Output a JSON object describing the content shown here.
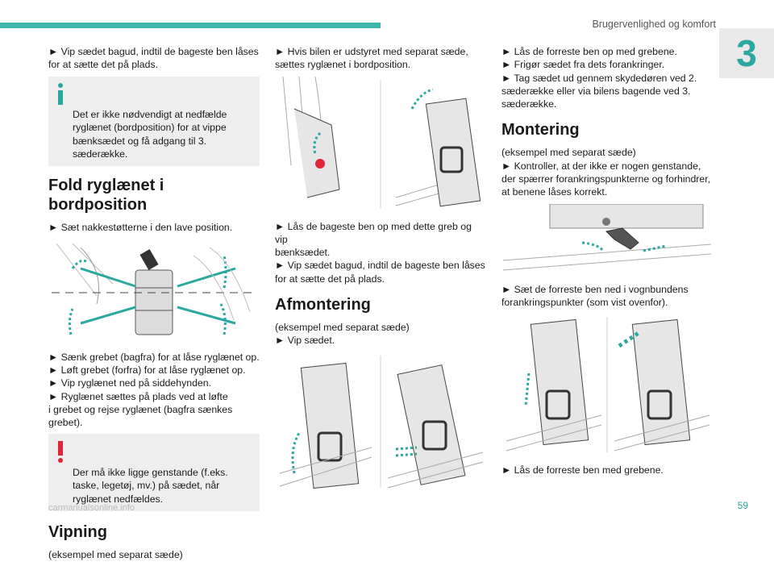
{
  "header": {
    "title": "Brugervenlighed og komfort",
    "chapter": "3",
    "accent": "#3fb6ad"
  },
  "col1": {
    "p1": "► Vip sædet bagud, indtil de bageste ben låses\nfor at sætte det på plads.",
    "info_note": "Det er ikke nødvendigt at nedfælde\nryglænet (bordposition) for at vippe\nbænksædet og få adgang til 3. sæderække.",
    "h_fold": "Fold ryglænet i bordposition",
    "p2": "► Sæt nakkestøtterne i den lave position.",
    "steps": "► Sænk grebet (bagfra) for at låse ryglænet op.\n► Løft grebet (forfra) for at låse ryglænet op.\n► Vip ryglænet ned på siddehynden.\n► Ryglænet sættes på plads ved at løfte\ni grebet og rejse ryglænet (bagfra sænkes\ngrebet).",
    "warn_note": "Der må ikke ligge genstande (f.eks.\ntaske, legetøj, mv.) på sædet, når\nryglænet nedfældes.",
    "h_vip": "Vipning",
    "p3": "(eksempel med separat sæde)"
  },
  "col2": {
    "p1": "► Hvis bilen er udstyret med separat sæde,\nsættes ryglænet i bordposition.",
    "p2": "► Lås de bageste ben op med dette greb og vip\nbænksædet.\n► Vip sædet bagud, indtil de bageste ben låses\nfor at sætte det på plads.",
    "h_afm": "Afmontering",
    "p3": "(eksempel med separat sæde)\n► Vip sædet."
  },
  "col3": {
    "p1": "► Lås de forreste ben op med grebene.\n► Frigør sædet fra dets forankringer.\n► Tag sædet ud gennem skydedøren ved 2.\nsæderække eller via bilens bagende ved 3.\nsæderække.",
    "h_mont": "Montering",
    "p2": "(eksempel med separat sæde)\n► Kontroller, at der ikke er nogen genstande,\nder spærrer forankringspunkterne og forhindrer,\nat benene låses korrekt.",
    "p3": "► Sæt de forreste ben ned i vognbundens\nforankringspunkter (som vist ovenfor).",
    "p4": "► Lås de forreste ben med grebene."
  },
  "footer": {
    "watermark": "carmanualsonline.info",
    "page": "59"
  }
}
